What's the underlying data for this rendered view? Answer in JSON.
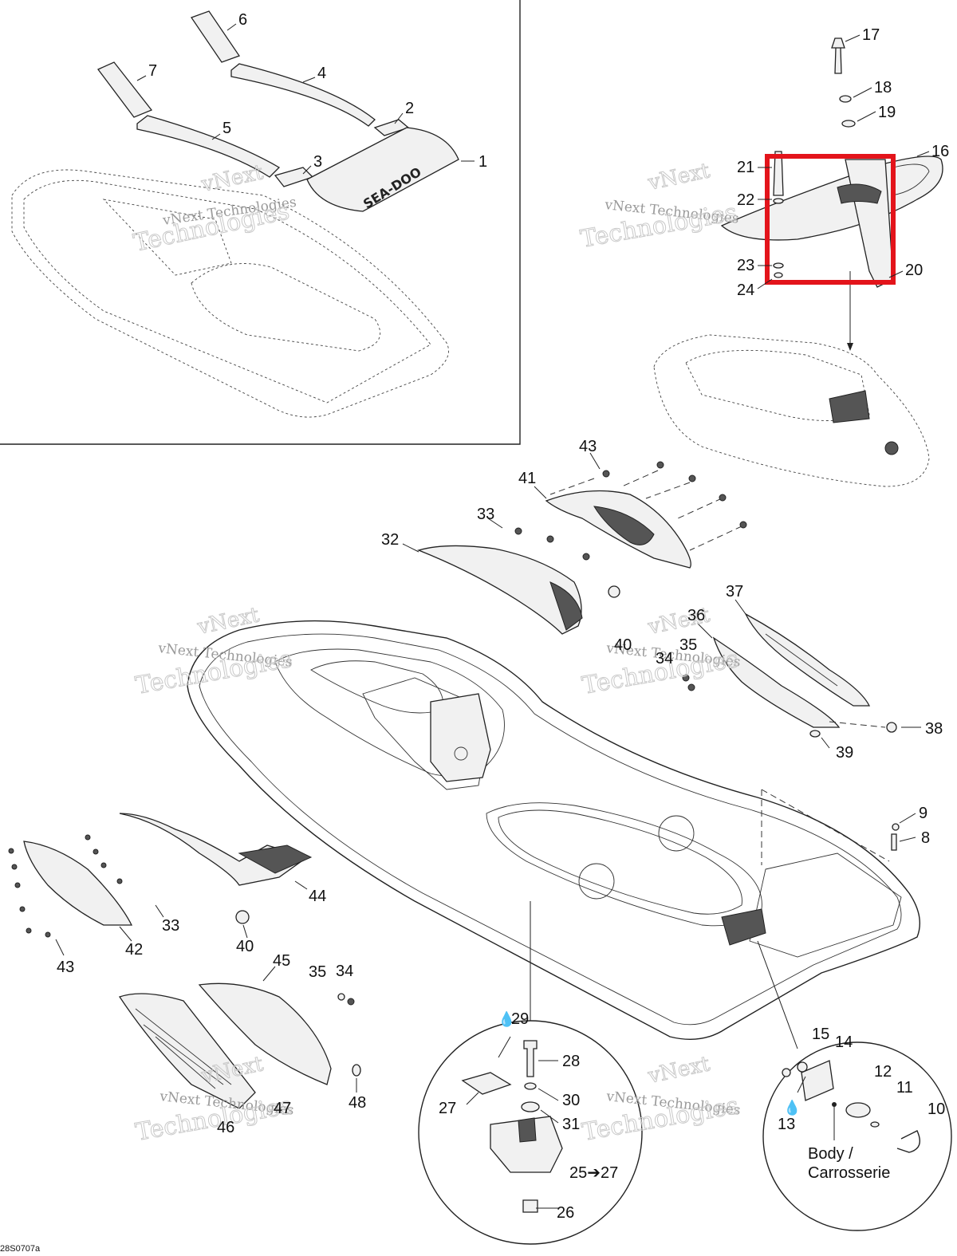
{
  "drawing_code": "28S0707a",
  "watermark": {
    "line1": "vNext",
    "line2": "Technologies",
    "caption": "vNext Technologies"
  },
  "detail_body_label": [
    "Body /",
    "Carrosserie"
  ],
  "arrow_label": "25➔27",
  "brand_mark": "SEA-DOO",
  "highlight_color": "#e3141b",
  "callouts": {
    "n1": "1",
    "n2": "2",
    "n3": "3",
    "n4": "4",
    "n5": "5",
    "n6": "6",
    "n7": "7",
    "n8": "8",
    "n9": "9",
    "n10": "10",
    "n11": "11",
    "n12": "12",
    "n13": "13",
    "n14": "14",
    "n15": "15",
    "n16": "16",
    "n17": "17",
    "n18": "18",
    "n19": "19",
    "n20": "20",
    "n21": "21",
    "n22": "22",
    "n23": "23",
    "n24": "24",
    "n26": "26",
    "n27": "27",
    "n28": "28",
    "n29": "29",
    "n30": "30",
    "n31": "31",
    "n32": "32",
    "n33a": "33",
    "n33b": "33",
    "n34a": "34",
    "n34b": "34",
    "n35a": "35",
    "n35b": "35",
    "n36": "36",
    "n37": "37",
    "n38": "38",
    "n39": "39",
    "n40a": "40",
    "n40b": "40",
    "n41": "41",
    "n42": "42",
    "n43a": "43",
    "n43b": "43",
    "n44": "44",
    "n45": "45",
    "n46": "46",
    "n47": "47",
    "n48": "48"
  }
}
